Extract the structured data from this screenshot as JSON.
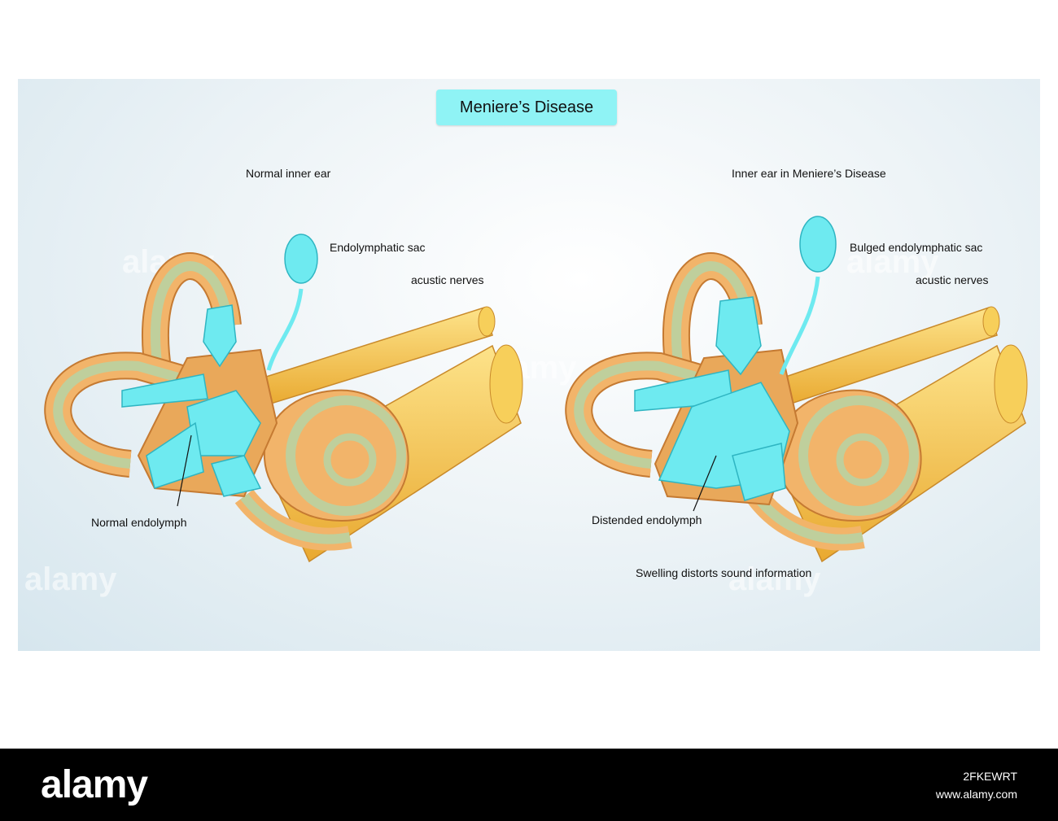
{
  "title": "Meniere’s Disease",
  "left": {
    "heading": "Normal inner ear",
    "sac_label": "Endolymphatic sac",
    "nerve_label": "acustic nerves",
    "endolymph_label": "Normal endolymph"
  },
  "right": {
    "heading": "Inner ear in Meniere’s Disease",
    "sac_label": "Bulged endolymphatic sac",
    "nerve_label": "acustic nerves",
    "endolymph_label": "Distended endolymph",
    "caption": "Swelling distorts sound information"
  },
  "watermark": "alamy",
  "footer": {
    "logo": "alamy",
    "image_id": "2FKEWRT",
    "site": "www.alamy.com"
  },
  "colors": {
    "fluid": "#6eeaf0",
    "bone": "#f2b46a",
    "nerve": "#f5c842",
    "membrane": "#bfcf9c"
  }
}
